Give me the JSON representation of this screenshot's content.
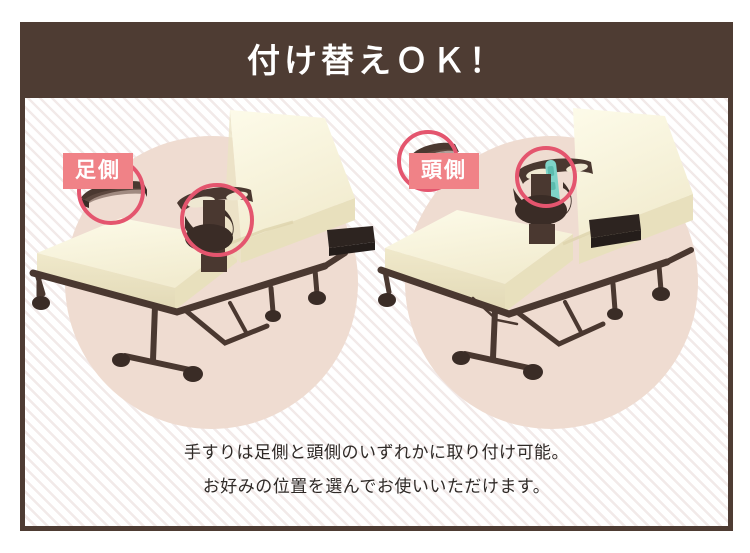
{
  "header": {
    "title": "付け替えＯＫ！",
    "background_color": "#4e3c33",
    "text_color": "#ffffff"
  },
  "frame": {
    "border_color": "#4e3c33",
    "background_color": "#ffffff",
    "stripe_color": "#f2eae9"
  },
  "panels": [
    {
      "id": "foot-side",
      "label": "足側",
      "label_color": "#f08287",
      "circle_color": "#efdcd1",
      "highlight_color": "#e4556e",
      "highlights": [
        {
          "name": "side-rail-highlight"
        },
        {
          "name": "handrail-highlight"
        }
      ],
      "product": {
        "name": "folding-electric-bed",
        "mattress_color": "#f7f2d8",
        "frame_color": "#4a3830",
        "remote_color": "#7fd4c8"
      }
    },
    {
      "id": "head-side",
      "label": "頭側",
      "label_color": "#f08287",
      "circle_color": "#efdcd1",
      "highlight_color": "#e4556e",
      "highlights": [
        {
          "name": "side-rail-highlight"
        },
        {
          "name": "handrail-highlight"
        }
      ],
      "product": {
        "name": "folding-electric-bed",
        "mattress_color": "#f7f2d8",
        "frame_color": "#4a3830",
        "remote_color": "#7fd4c8"
      }
    }
  ],
  "caption": {
    "line1": "手すりは足側と頭側のいずれかに取り付け可能。",
    "line2": "お好みの位置を選んでお使いいただけます。",
    "text_color": "#2f2a27"
  }
}
